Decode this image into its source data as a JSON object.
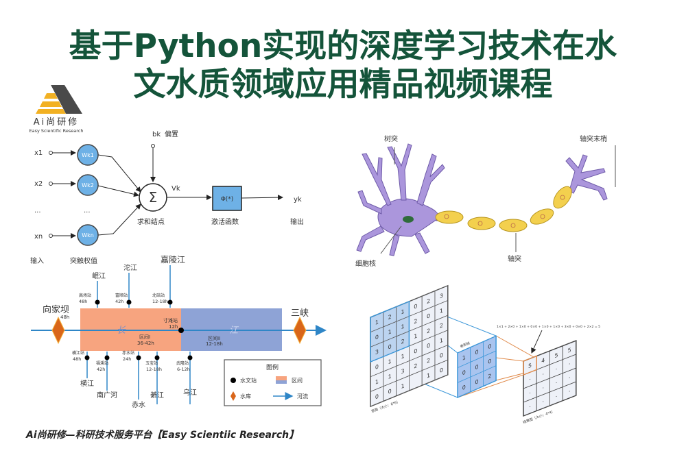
{
  "title": {
    "line1": "基于Python实现的深度学习技术在水",
    "line2": "文水质领域应用精品视频课程"
  },
  "logo": {
    "brand": "Ai尚研修",
    "subtitle": "Easy Scientific Research"
  },
  "perceptron": {
    "inputs": [
      "x1",
      "x2",
      "...",
      "xn"
    ],
    "weights": [
      "Wk1",
      "Wk2",
      "...",
      "Wkn"
    ],
    "bias": "bk",
    "bias_label": "偏置",
    "sum_symbol": "Σ",
    "sum_output": "Vk",
    "activation": "Φ(*)",
    "output": "yk",
    "labels": {
      "input": "输入",
      "weights": "突触权值",
      "sum": "求和结点",
      "activation": "激活函数",
      "output": "输出"
    }
  },
  "neuron": {
    "labels": {
      "dendrite": "树突",
      "axon_terminal": "轴突末梢",
      "nucleus": "细胞核",
      "axon": "轴突"
    },
    "colors": {
      "body": "#ab96dc",
      "myelin": "#f3d04e",
      "nucleus": "#2f6b3a"
    }
  },
  "river": {
    "reservoirs": [
      {
        "name": "向家坝",
        "time": "48h"
      },
      {
        "name": "三峡",
        "time": ""
      }
    ],
    "top_tributaries": [
      {
        "river": "岷江",
        "station": "高场站",
        "time": "48h"
      },
      {
        "river": "沱江",
        "station": "富顺站",
        "time": "42h"
      },
      {
        "river": "嘉陵江",
        "station": "北碚站",
        "time": "12-18h"
      }
    ],
    "bottom_tributaries": [
      {
        "river": "横江",
        "station": "横江站",
        "time": "48h"
      },
      {
        "river": "南广河",
        "station": "福溪站",
        "time": "42h"
      },
      {
        "river": "赤水",
        "station": "赤水站",
        "time": "24h"
      },
      {
        "river": "綦江",
        "station": "五宝站",
        "time": "12-18h"
      },
      {
        "river": "乌江",
        "station": "武隆站",
        "time": "6-12h"
      }
    ],
    "main_station": {
      "station": "寸滩站",
      "time": "12h"
    },
    "river_chars": [
      "长",
      "江"
    ],
    "intervals": [
      {
        "name": "区间I",
        "time": "36-42h"
      },
      {
        "name": "区间II",
        "time": "12-18h"
      }
    ],
    "legend": {
      "title": "图例",
      "station": "水文站",
      "interval": "区间",
      "reservoir": "水库",
      "river": "河流"
    },
    "colors": {
      "interval1": "#f7a47f",
      "interval2": "#8ea3d6",
      "river": "#2f86c7",
      "reservoir": "#d9661a"
    }
  },
  "cnn": {
    "input_grid": [
      [
        "1",
        "2",
        "1",
        "0",
        "2",
        "3"
      ],
      [
        "0",
        "1",
        "1",
        "2",
        "0",
        "1"
      ],
      [
        "3",
        "0",
        "2",
        "1",
        "2",
        "2"
      ],
      [
        "0",
        "1",
        "1",
        "0",
        "0",
        "1"
      ],
      [
        "1",
        "1",
        "3",
        "2",
        "2",
        "0"
      ],
      [
        "0",
        "0",
        "1",
        "",
        "1",
        "0"
      ]
    ],
    "kernel_label": "卷积核",
    "kernel": [
      [
        "1",
        "0",
        "0"
      ],
      [
        "0",
        "0",
        "0"
      ],
      [
        "0",
        "0",
        "2"
      ]
    ],
    "output_grid": [
      [
        "5",
        "4",
        "5",
        "5"
      ],
      [
        "·",
        "·",
        "·",
        "·"
      ],
      [
        "·",
        "·",
        "·",
        "·"
      ],
      [
        "·",
        "·",
        "·",
        "·"
      ]
    ],
    "equation": "1×1 + 2×0 + 1×0 + 0×0 + 1×0 + 1×0 + 3×0 + 0×0 + 2×2 = 5",
    "input_label": "原图（大小：6*6）",
    "output_label": "结果图（大小：4*4）"
  },
  "footer": "Ai尚研修—科研技术服务平台【Easy Scientiic Research】"
}
